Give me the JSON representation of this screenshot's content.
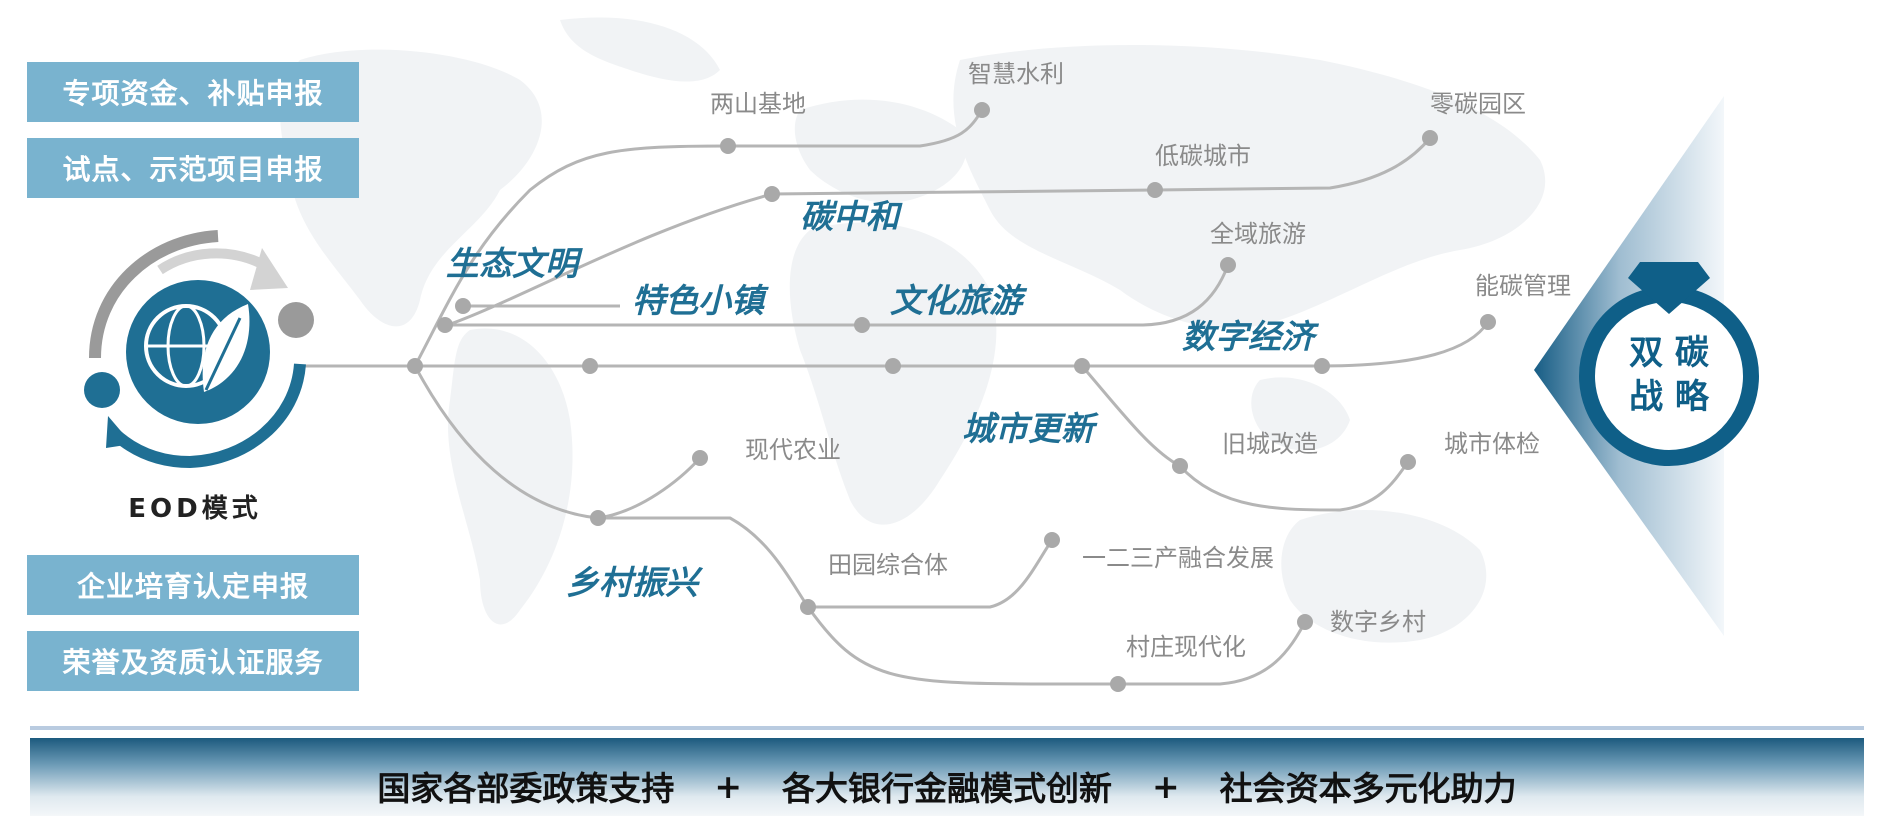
{
  "services": {
    "top": [
      "专项资金、补贴申报",
      "试点、示范项目申报"
    ],
    "bottom": [
      "企业培育认定申报",
      "荣誉及资质认证服务"
    ]
  },
  "eod": {
    "label": "EOD模式",
    "icon": "eod-cycle-globe-leaf-icon"
  },
  "themes": {
    "ecology": "生态文明",
    "carbon": "碳中和",
    "town": "特色小镇",
    "culture": "文化旅游",
    "digital": "数字经济",
    "urban": "城市更新",
    "rural": "乡村振兴"
  },
  "nodes": {
    "liangshan": "两山基地",
    "water": "智慧水利",
    "lowcarbon": "低碳城市",
    "zerocarbon": "零碳园区",
    "alltour": "全域旅游",
    "energy": "能碳管理",
    "modernagri": "现代农业",
    "oldtown": "旧城改造",
    "cityexam": "城市体检",
    "pastoral": "田园综合体",
    "industries": "一二三产融合发展",
    "villagemod": "村庄现代化",
    "digitalvillage": "数字乡村"
  },
  "target": {
    "line1": "双 碳",
    "line2": "战 略",
    "icon": "diamond-ring-icon"
  },
  "footer": {
    "items": [
      "国家各部委政策支持",
      "各大银行金融模式创新",
      "社会资本多元化助力"
    ],
    "separator": "+"
  },
  "colors": {
    "accent": "#1f6f94",
    "service_bg": "#79b3cf",
    "line": "#b5b5b5",
    "node": "#a9a9a9",
    "target": "#0f5f88"
  }
}
